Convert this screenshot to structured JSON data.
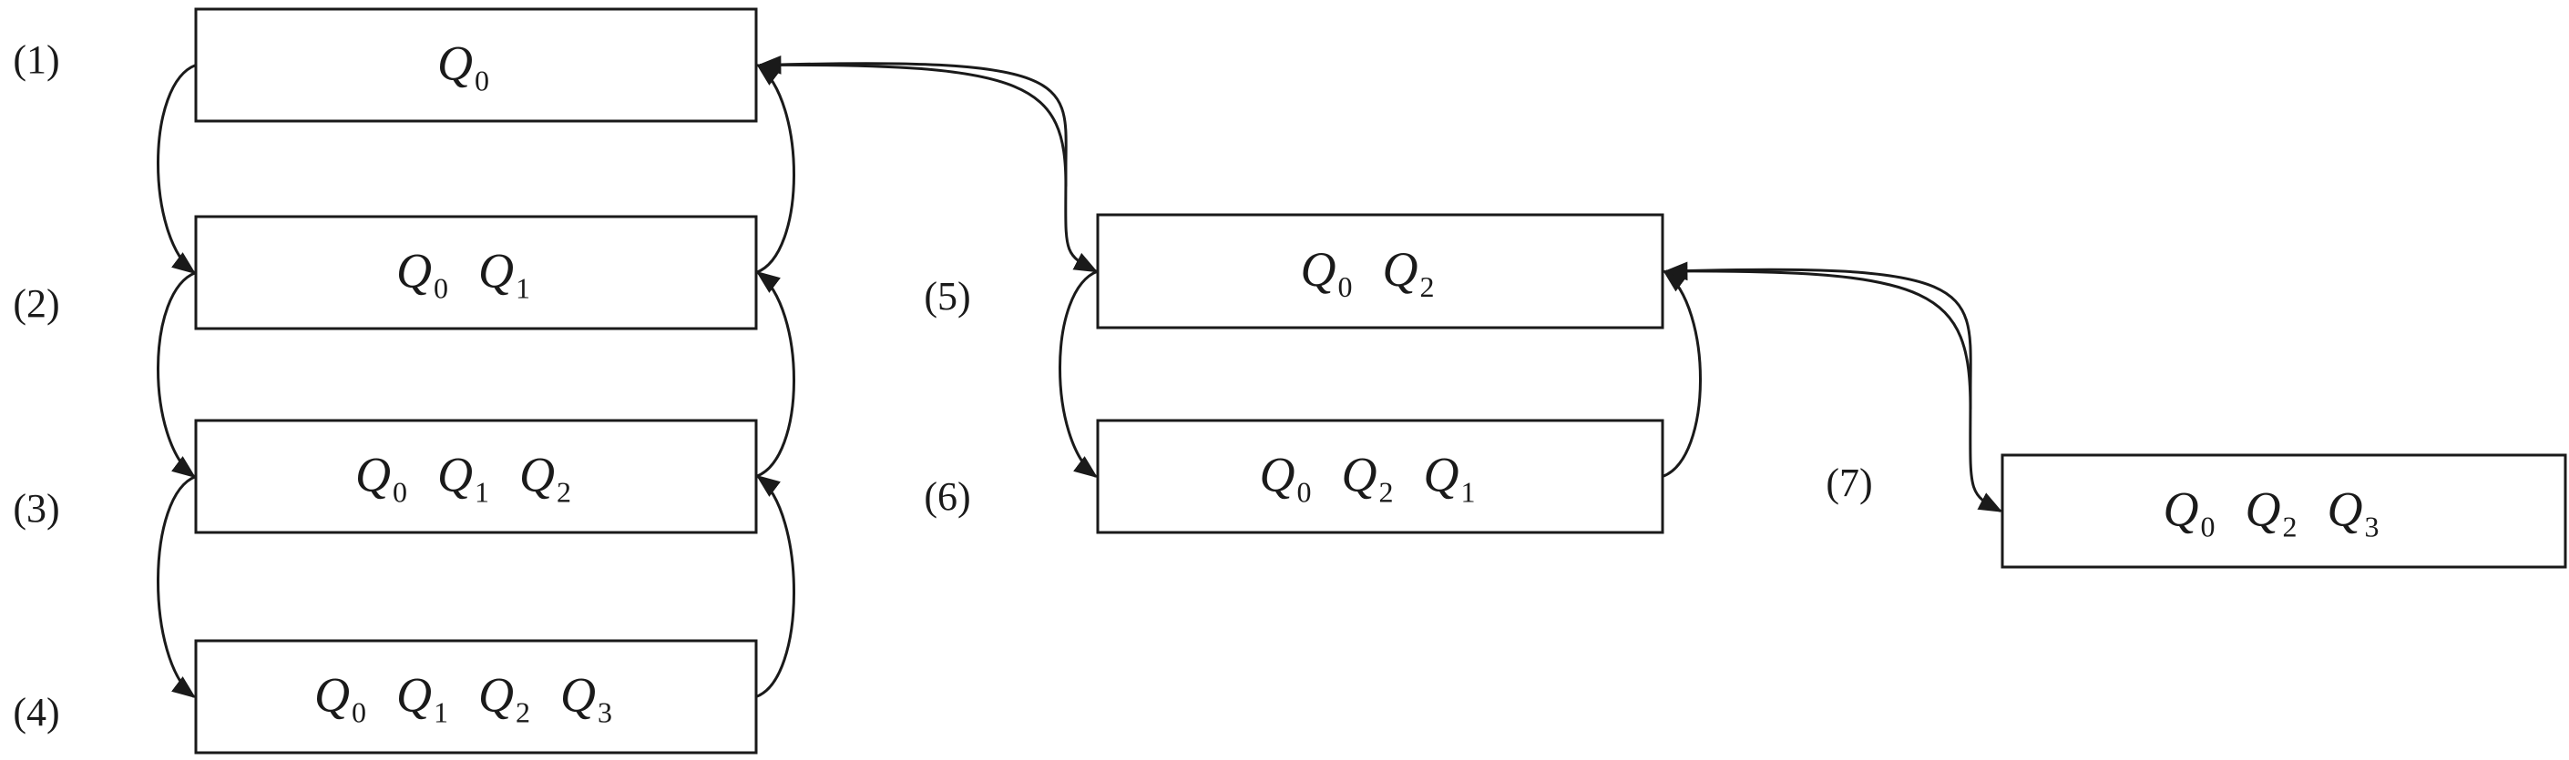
{
  "nodes": [
    {
      "id": "1",
      "label": "(1)",
      "items": [
        {
          "q": "Q",
          "sub": "0"
        }
      ]
    },
    {
      "id": "2",
      "label": "(2)",
      "items": [
        {
          "q": "Q",
          "sub": "0"
        },
        {
          "q": "Q",
          "sub": "1"
        }
      ]
    },
    {
      "id": "3",
      "label": "(3)",
      "items": [
        {
          "q": "Q",
          "sub": "0"
        },
        {
          "q": "Q",
          "sub": "1"
        },
        {
          "q": "Q",
          "sub": "2"
        }
      ]
    },
    {
      "id": "4",
      "label": "(4)",
      "items": [
        {
          "q": "Q",
          "sub": "0"
        },
        {
          "q": "Q",
          "sub": "1"
        },
        {
          "q": "Q",
          "sub": "2"
        },
        {
          "q": "Q",
          "sub": "3"
        }
      ]
    },
    {
      "id": "5",
      "label": "(5)",
      "items": [
        {
          "q": "Q",
          "sub": "0"
        },
        {
          "q": "Q",
          "sub": "2"
        }
      ]
    },
    {
      "id": "6",
      "label": "(6)",
      "items": [
        {
          "q": "Q",
          "sub": "0"
        },
        {
          "q": "Q",
          "sub": "2"
        },
        {
          "q": "Q",
          "sub": "1"
        }
      ]
    },
    {
      "id": "7",
      "label": "(7)",
      "items": [
        {
          "q": "Q",
          "sub": "0"
        },
        {
          "q": "Q",
          "sub": "2"
        },
        {
          "q": "Q",
          "sub": "3"
        }
      ]
    }
  ],
  "edges": [
    {
      "from": "1",
      "to": "2",
      "direction": "down"
    },
    {
      "from": "2",
      "to": "1",
      "direction": "up"
    },
    {
      "from": "2",
      "to": "3",
      "direction": "down"
    },
    {
      "from": "3",
      "to": "2",
      "direction": "up"
    },
    {
      "from": "3",
      "to": "4",
      "direction": "down"
    },
    {
      "from": "4",
      "to": "3",
      "direction": "up"
    },
    {
      "from": "5",
      "to": "1",
      "direction": "back"
    },
    {
      "from": "1",
      "to": "5",
      "direction": "forward"
    },
    {
      "from": "5",
      "to": "6",
      "direction": "down"
    },
    {
      "from": "6",
      "to": "5",
      "direction": "up"
    },
    {
      "from": "7",
      "to": "5",
      "direction": "back"
    },
    {
      "from": "5",
      "to": "7",
      "direction": "forward"
    }
  ],
  "colors": {
    "stroke": "#1a1a1a",
    "background": "#ffffff"
  }
}
